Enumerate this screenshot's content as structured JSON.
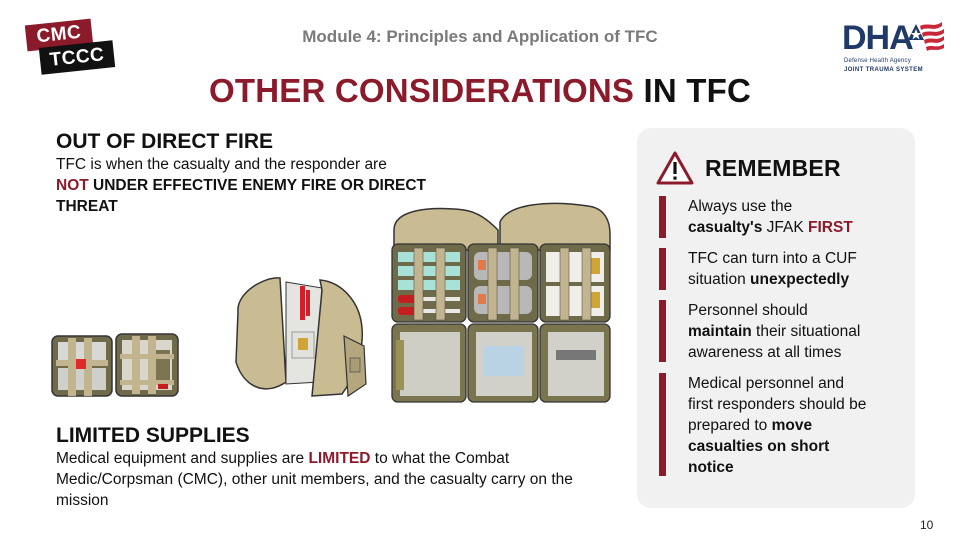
{
  "logos": {
    "cmc_top": "CMC",
    "cmc_bottom": "TCCC",
    "dha_letters": "DHA",
    "dha_agency": "Defense Health Agency",
    "dha_system": "JOINT TRAUMA SYSTEM"
  },
  "header": {
    "module": "Module 4: Principles and Application of TFC",
    "title_red": "OTHER CONSIDERATIONS",
    "title_black": " IN TFC"
  },
  "direct_fire": {
    "heading": "OUT OF DIRECT FIRE",
    "line1": "TFC is when the casualty and the responder are",
    "not": "NOT",
    "rest": " UNDER EFFECTIVE ENEMY FIRE OR DIRECT THREAT"
  },
  "limited_supplies": {
    "heading": "LIMITED SUPPLIES",
    "pre": "Medical equipment and supplies are ",
    "limited": "LIMITED",
    "post": " to what the Combat Medic/Corpsman (CMC), other unit members, and the casualty carry on the mission"
  },
  "illustrations": {
    "items": [
      "small-open-ifak-pouch",
      "open-medical-bag",
      "large-aid-bag-modules"
    ]
  },
  "remember": {
    "title": "REMEMBER",
    "icon": "warning-triangle-icon",
    "items": [
      {
        "p1": "Always use the ",
        "b1": "casualty's",
        "p2": " JFAK ",
        "r1": "FIRST"
      },
      {
        "p1": "TFC can turn into a CUF situation ",
        "b1": "unexpectedly"
      },
      {
        "p1": "Personnel should ",
        "b1": "maintain",
        "p2": " their situational awareness at all times"
      },
      {
        "p1": "Medical personnel and first responders should be prepared to ",
        "b1": "move casualties on short notice"
      }
    ]
  },
  "colors": {
    "accent_red": "#8b1a2b",
    "panel_bg": "#f1f1f1",
    "module_gray": "#7a7a7a",
    "dha_blue": "#1f3a68"
  },
  "page_number": "10"
}
